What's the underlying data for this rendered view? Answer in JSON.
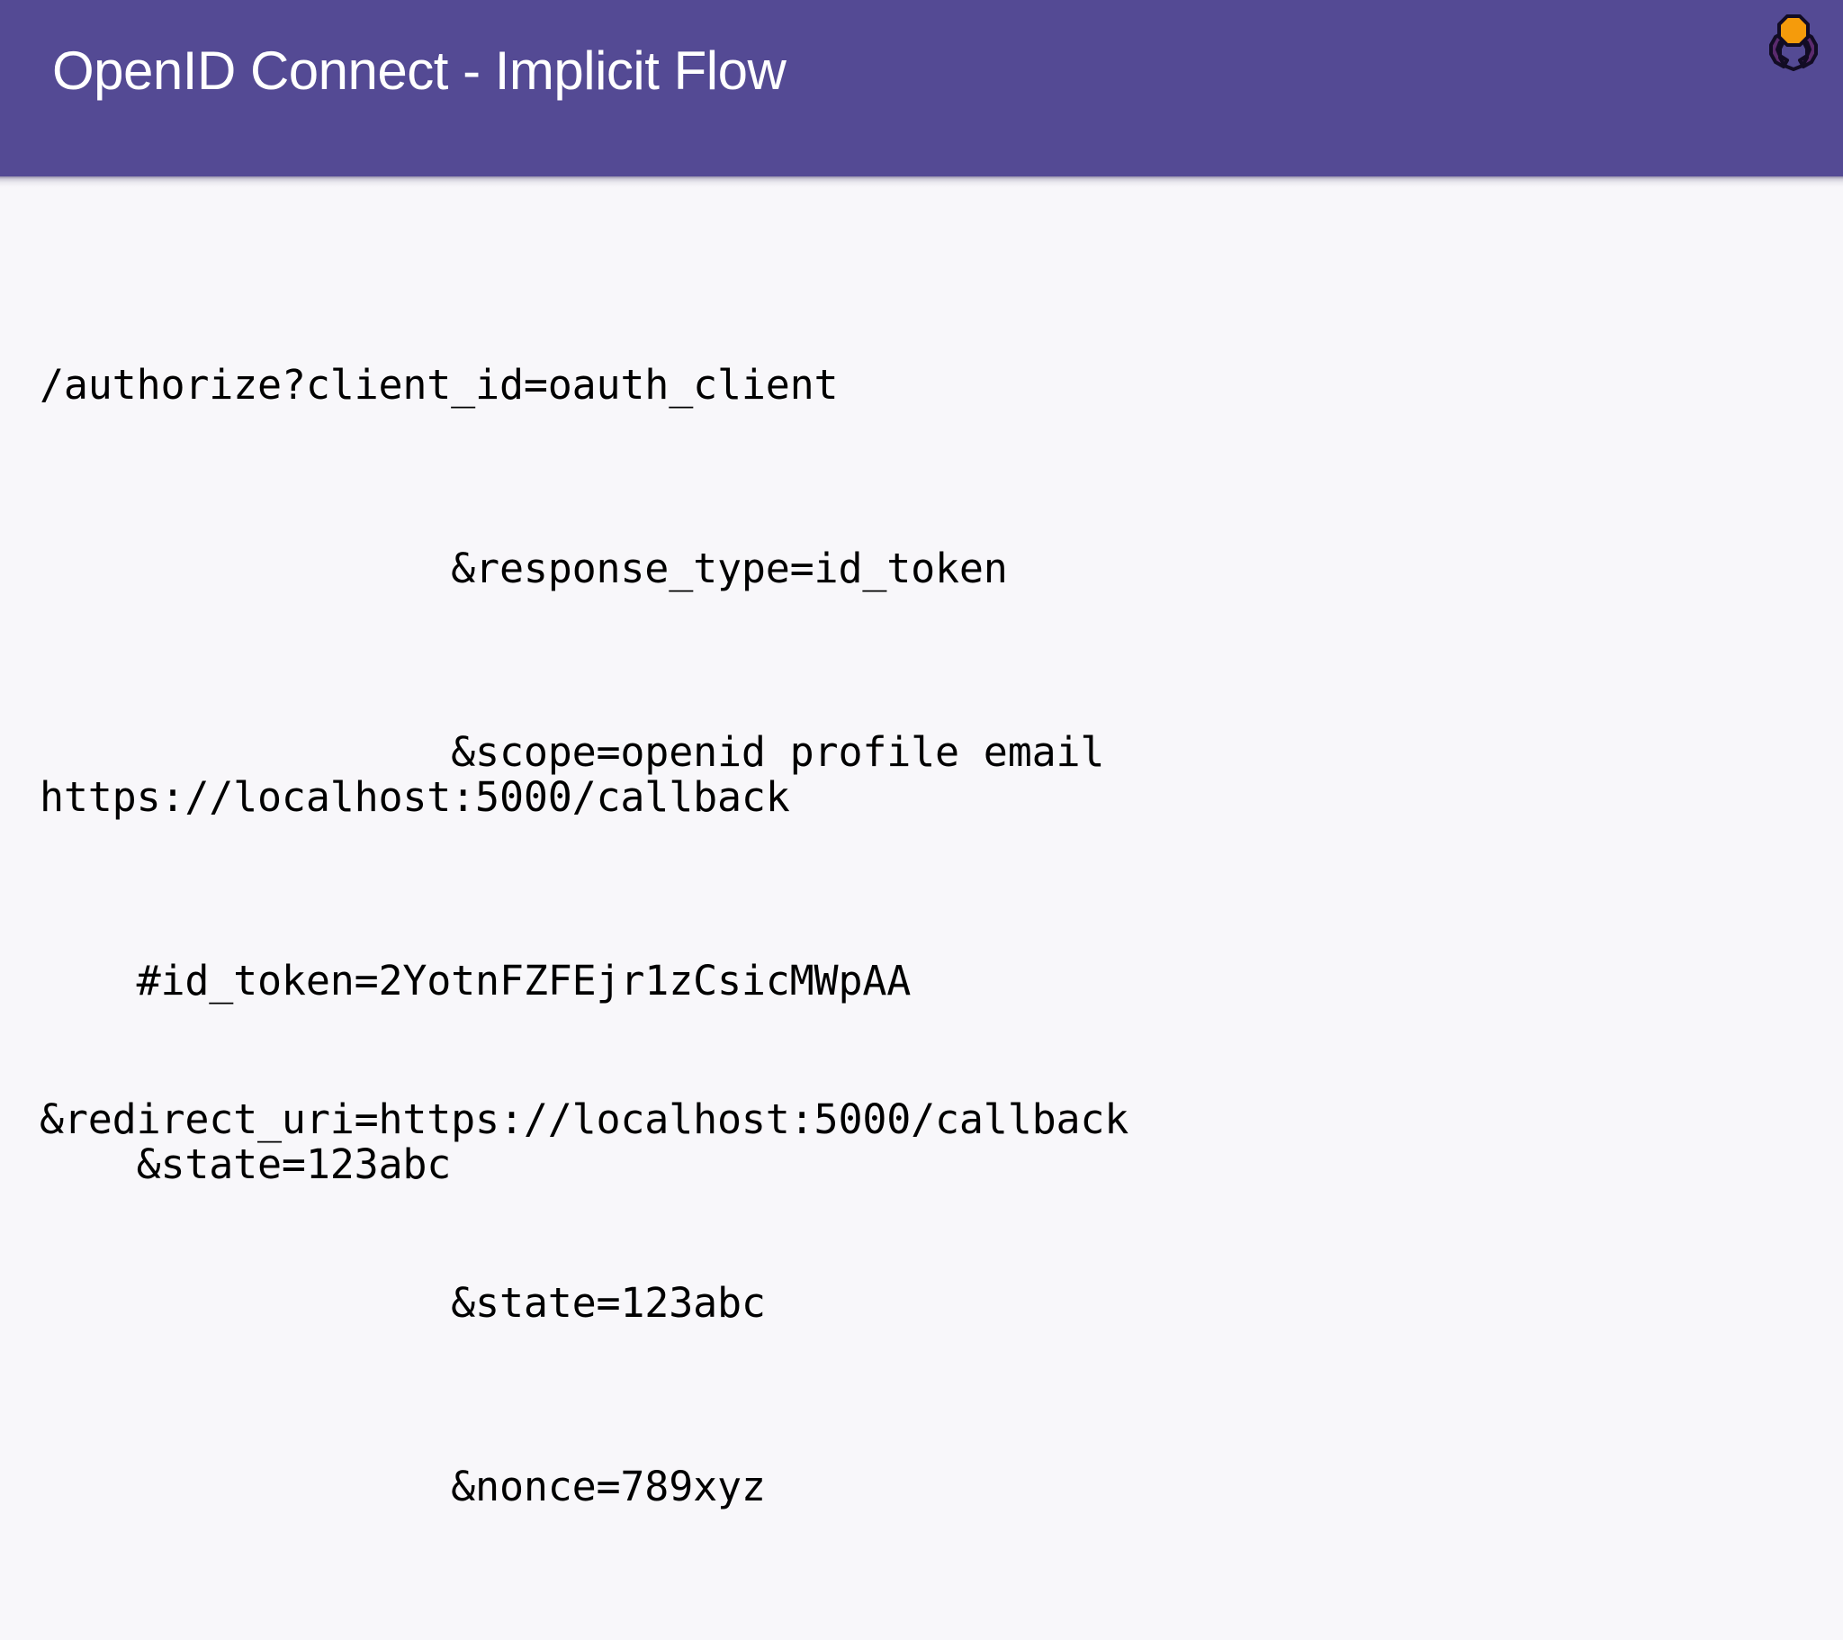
{
  "slide": {
    "title": "OpenID Connect - Implicit Flow",
    "colors": {
      "band": "#544a94",
      "band_text": "#ffffff",
      "body_background": "#f8f7fa",
      "code_text": "#000000",
      "logo_head": "#f59b0b",
      "logo_body": "#5b2a6e",
      "logo_outline": "#1a1230"
    },
    "logo": {
      "name": "user-group-logo"
    }
  },
  "request_block": {
    "lines": [
      "/authorize?client_id=oauth_client",
      "                 &response_type=id_token",
      "                 &scope=openid profile email",
      "",
      "&redirect_uri=https://localhost:5000/callback",
      "                 &state=123abc",
      "                 &nonce=789xyz"
    ]
  },
  "response_block": {
    "lines": [
      "https://localhost:5000/callback",
      "    #id_token=2YotnFZFEjr1zCsicMWpAA",
      "    &state=123abc"
    ]
  }
}
